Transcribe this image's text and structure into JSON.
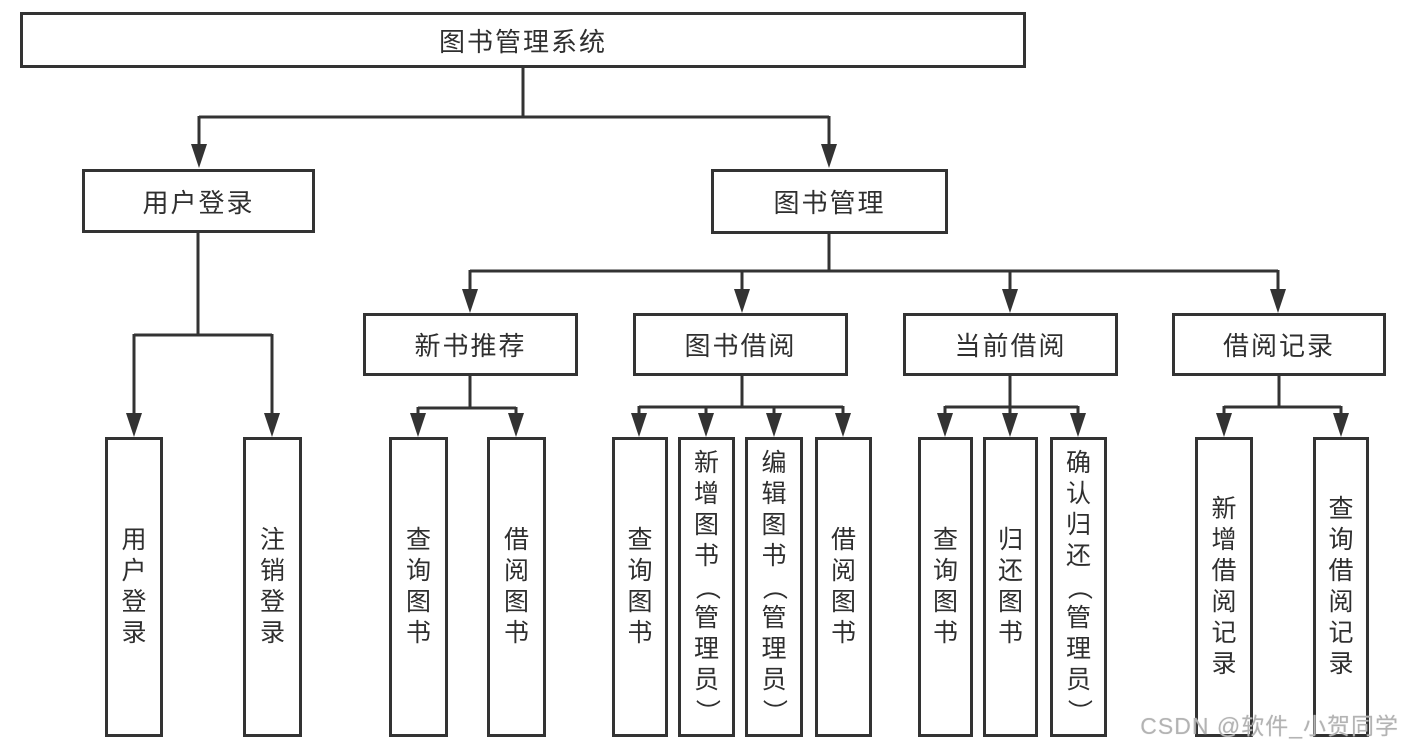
{
  "colors": {
    "line": "#333333",
    "border": "#333333",
    "text": "#2f2f2f",
    "background": "#ffffff",
    "watermark": "#b3b3b3"
  },
  "watermark": "CSDN @软件_小贺同学",
  "tree": {
    "label": "图书管理系统",
    "children": [
      {
        "label": "用户登录",
        "children": [
          {
            "label": "用户登录"
          },
          {
            "label": "注销登录"
          }
        ]
      },
      {
        "label": "图书管理",
        "children": [
          {
            "label": "新书推荐",
            "children": [
              {
                "label": "查询图书"
              },
              {
                "label": "借阅图书"
              }
            ]
          },
          {
            "label": "图书借阅",
            "children": [
              {
                "label": "查询图书"
              },
              {
                "label": "新增图书（管理员）"
              },
              {
                "label": "编辑图书（管理员）"
              },
              {
                "label": "借阅图书"
              }
            ]
          },
          {
            "label": "当前借阅",
            "children": [
              {
                "label": "查询图书"
              },
              {
                "label": "归还图书"
              },
              {
                "label": "确认归还（管理员）"
              }
            ]
          },
          {
            "label": "借阅记录",
            "children": [
              {
                "label": "新增借阅记录"
              },
              {
                "label": "查询借阅记录"
              }
            ]
          }
        ]
      }
    ]
  }
}
